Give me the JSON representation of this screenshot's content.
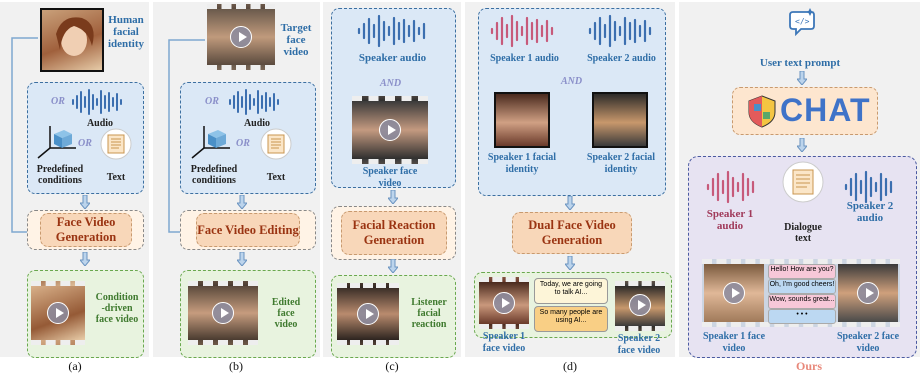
{
  "colors": {
    "blue": "#2f6ea7",
    "orange_text": "#9a3412",
    "green": "#3f7a2f",
    "ours": "#e8887a",
    "or": "#8a8fc9"
  },
  "panel_a": {
    "identity": "Human facial identity",
    "or1": "OR",
    "or2": "OR",
    "audio": "Audio",
    "predefined": "Predefined conditions",
    "text": "Text",
    "generation": "Face Video Generation",
    "output": "Condition -driven face video",
    "caption": "(a)"
  },
  "panel_b": {
    "target": "Target face video",
    "or1": "OR",
    "or2": "OR",
    "audio": "Audio",
    "predefined": "Predefined conditions",
    "text": "Text",
    "editing": "Face Video Editing",
    "output": "Edited face video",
    "caption": "(b)"
  },
  "panel_c": {
    "speaker_audio": "Speaker audio",
    "and": "AND",
    "speaker_video": "Speaker face video",
    "reaction": "Facial Reaction Generation",
    "output": "Listener facial reaction",
    "caption": "(c)"
  },
  "panel_d": {
    "audio1": "Speaker 1 audio",
    "audio2": "Speaker 2 audio",
    "and": "AND",
    "id1": "Speaker 1 facial identity",
    "id2": "Speaker 2 facial identity",
    "dual": "Dual Face Video Generation",
    "bubble1": "Today, we are going to talk AI...",
    "bubble2": "So many people are using AI...",
    "vid1": "Speaker 1 face video",
    "vid2": "Speaker 2 face video",
    "caption": "(d)"
  },
  "panel_ours": {
    "prompt": "User text prompt",
    "logo": "CHAT",
    "audio1": "Speaker 1 audio",
    "dialogue": "Dialogue text",
    "audio2": "Speaker 2 audio",
    "chat1": "Hello! How are you?",
    "chat2": "Oh, I'm good cheers!",
    "chat3": "Wow, sounds great...",
    "chat4": "• • •",
    "vid1": "Speaker 1 face video",
    "vid2": "Speaker 2 face video",
    "caption": "Ours"
  }
}
